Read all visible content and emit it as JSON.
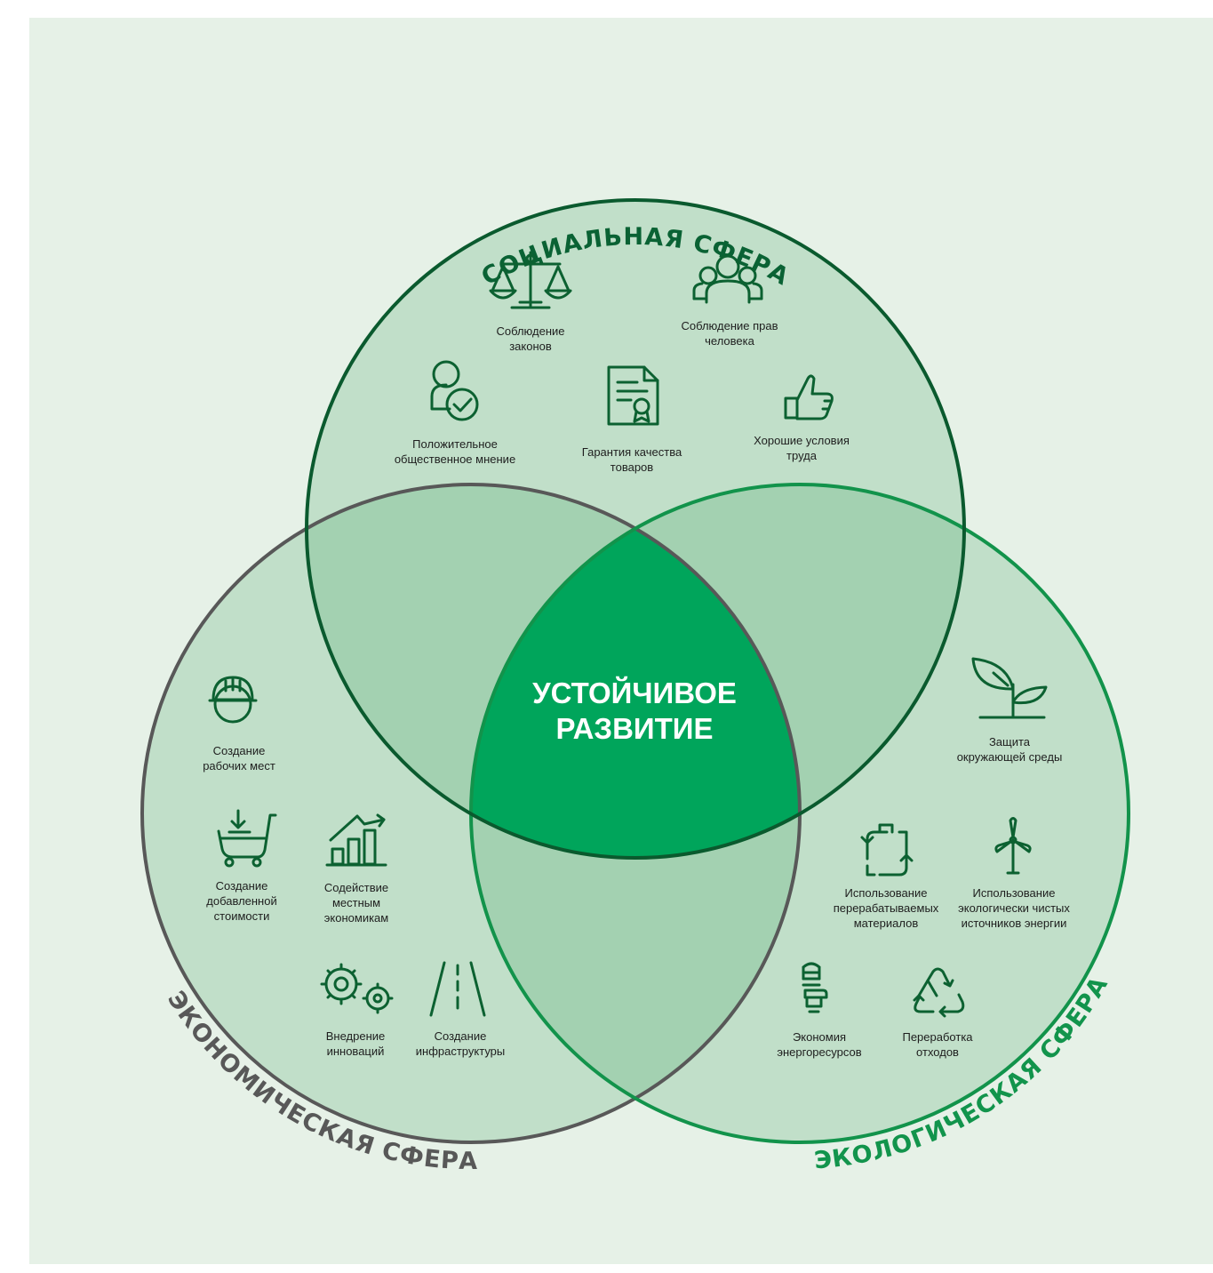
{
  "colors": {
    "background": "#e6f1e7",
    "circle_fill": "#2e9a57",
    "social_stroke": "#0a5a2e",
    "economic_stroke": "#585858",
    "ecological_stroke": "#12934b",
    "center_fill": "#00a55b",
    "icon_stroke": "#0c6131",
    "social_title": "#0a6234",
    "economic_title": "#585858",
    "ecological_title": "#12944c"
  },
  "spheres": {
    "social": {
      "title": "СОЦИАЛЬНАЯ СФЕРА",
      "items": [
        {
          "icon": "scales-icon",
          "line1": "Соблюдение",
          "line2": "законов"
        },
        {
          "icon": "people-group-icon",
          "line1": "Соблюдение прав",
          "line2": "человека"
        },
        {
          "icon": "person-check-icon",
          "line1": "Положительное",
          "line2": "общественное мнение"
        },
        {
          "icon": "certificate-icon",
          "line1": "Гарантия качества",
          "line2": "товаров"
        },
        {
          "icon": "thumbs-up-icon",
          "line1": "Хорошие условия",
          "line2": "труда"
        }
      ]
    },
    "economic": {
      "title": "ЭКОНОМИЧЕСКАЯ СФЕРА",
      "items": [
        {
          "icon": "worker-helmet-icon",
          "line1": "Создание",
          "line2": "рабочих мест"
        },
        {
          "icon": "shopping-cart-icon",
          "line1": "Создание",
          "line2": "добавленной",
          "line3": "стоимости"
        },
        {
          "icon": "growth-chart-icon",
          "line1": "Содействие",
          "line2": "местным",
          "line3": "экономикам"
        },
        {
          "icon": "gears-icon",
          "line1": "Внедрение",
          "line2": "инноваций"
        },
        {
          "icon": "road-icon",
          "line1": "Создание",
          "line2": "инфраструктуры"
        }
      ]
    },
    "ecological": {
      "title": "ЭКОЛОГИЧЕСКАЯ СФЕРА",
      "items": [
        {
          "icon": "sprout-icon",
          "line1": "Защита",
          "line2": "окружающей среды"
        },
        {
          "icon": "recycled-battery-icon",
          "line1": "Использование",
          "line2": "перерабатываемых",
          "line3": "материалов"
        },
        {
          "icon": "wind-turbine-icon",
          "line1": "Использование",
          "line2": "экологически чистых",
          "line3": "источников энергии"
        },
        {
          "icon": "energy-bulb-icon",
          "line1": "Экономия",
          "line2": "энергоресурсов"
        },
        {
          "icon": "recycle-icon",
          "line1": "Переработка",
          "line2": "отходов"
        }
      ]
    }
  },
  "center": {
    "line1": "УСТОЙЧИВОЕ",
    "line2": "РАЗВИТИЕ"
  }
}
